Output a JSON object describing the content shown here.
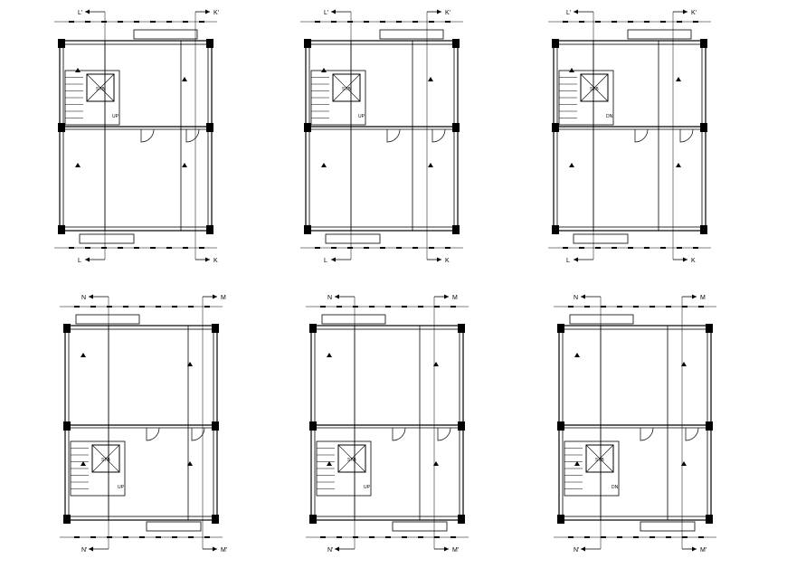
{
  "sheet": {
    "background": "#ffffff",
    "ink": "#000000",
    "plans": [
      {
        "id": "plan-1",
        "section_top": {
          "left": "L'",
          "right": "K'"
        },
        "section_bottom": {
          "left": "L",
          "right": "K"
        },
        "stair_label": "STB",
        "stair_direction": "UP"
      },
      {
        "id": "plan-2",
        "section_top": {
          "left": "L'",
          "right": "K'"
        },
        "section_bottom": {
          "left": "L",
          "right": "K"
        },
        "stair_label": "STB",
        "stair_direction": "UP"
      },
      {
        "id": "plan-3",
        "section_top": {
          "left": "L'",
          "right": "K'"
        },
        "section_bottom": {
          "left": "L",
          "right": "K"
        },
        "stair_label": "STB",
        "stair_direction": "DN"
      },
      {
        "id": "plan-4",
        "section_top": {
          "left": "N",
          "right": "M"
        },
        "section_bottom": {
          "left": "N'",
          "right": "M'"
        },
        "stair_label": "STB",
        "stair_direction": "UP"
      },
      {
        "id": "plan-5",
        "section_top": {
          "left": "N",
          "right": "M"
        },
        "section_bottom": {
          "left": "N'",
          "right": "M'"
        },
        "stair_label": "STB",
        "stair_direction": "UP"
      },
      {
        "id": "plan-6",
        "section_top": {
          "left": "N",
          "right": "M"
        },
        "section_bottom": {
          "left": "N'",
          "right": "M'"
        },
        "stair_label": "STB",
        "stair_direction": "DN"
      }
    ]
  }
}
